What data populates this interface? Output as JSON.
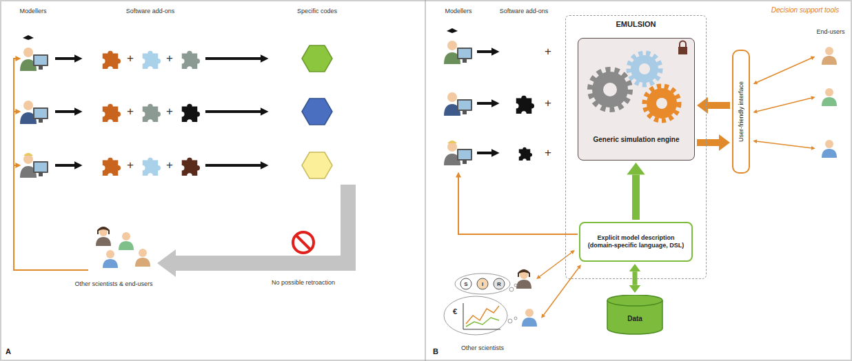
{
  "diagram": {
    "nodes": [
      {
        "text": [
          "EMULSION"
        ]
      },
      {
        "text": [
          "Generic simulation engine"
        ],
        "in": 0
      },
      {
        "text": [
          "User-friendly interface"
        ]
      },
      {
        "text": [
          "Explicit model description (domain-specific language, DSL)"
        ],
        "in": 0
      },
      {
        "text": [
          "Data"
        ]
      }
    ],
    "edges": [
      {
        "from": 3,
        "to": 1,
        "arrow": "to"
      },
      {
        "from": 2,
        "to": 1,
        "arrow": "to"
      },
      {
        "from": 1,
        "to": 2,
        "arrow": "to"
      },
      {
        "from": 4,
        "to": 3,
        "arrow": "both"
      }
    ],
    "labels": [
      "Modellers",
      "Software add-ons",
      "Specific codes",
      "+",
      "+",
      "+",
      "+",
      "+",
      "+",
      "Other scientists & end-users",
      "No possible retroaction",
      "A",
      "Modellers",
      "Software add-ons",
      "+",
      "+",
      "+",
      "Decision support tools",
      "End-users",
      "S",
      "I",
      "R",
      "€",
      "Other scientists",
      "B"
    ]
  }
}
